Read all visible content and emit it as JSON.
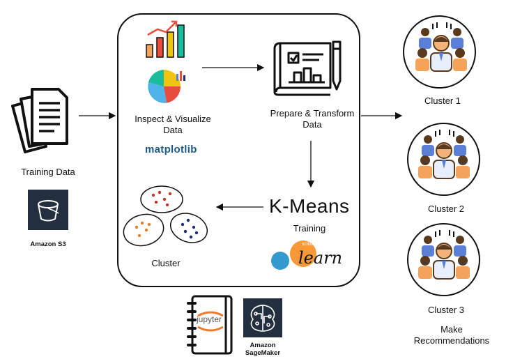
{
  "left": {
    "training_data_label": "Training Data",
    "s3_label": "Amazon S3"
  },
  "box": {
    "inspect_label": "Inspect & Visualize Data",
    "matplotlib_logo": "matplotlib",
    "prepare_label": "Prepare & Transform Data",
    "kmeans_label": "K-Means",
    "training_label": "Training",
    "sklearn_logo": "learn",
    "sklearn_small": "scikit",
    "cluster_label": "Cluster"
  },
  "bottom": {
    "jupyter_logo": "jupyter",
    "sagemaker_label": "Amazon SageMaker"
  },
  "clusters": [
    {
      "label": "Cluster 1"
    },
    {
      "label": "Cluster 2"
    },
    {
      "label": "Cluster 3"
    }
  ],
  "recommend_label": "Make Recommendations",
  "colors": {
    "aws_dark": "#232f3e",
    "person_brown": "#5a3a1e",
    "person_skin": "#f2b27a",
    "shirt_blue": "#5b7fd6",
    "shirt_orange": "#f4a45a",
    "dot_red": "#c0392b",
    "dot_orange": "#e67e22",
    "dot_navy": "#1f2a7a",
    "sklearn_blue": "#3499cd",
    "sklearn_orange": "#f89939"
  }
}
